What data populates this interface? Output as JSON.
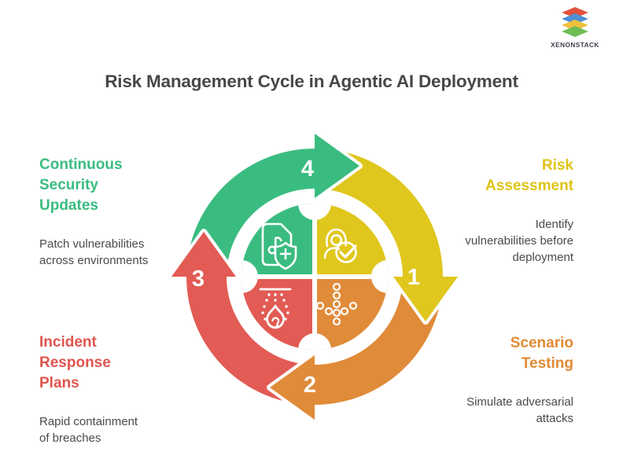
{
  "brand": {
    "name": "XENONSTACK",
    "layer_colors": [
      "#E2503C",
      "#4B8FD4",
      "#EFC13B",
      "#6FBE55"
    ]
  },
  "title": "Risk Management Cycle in Agentic AI Deployment",
  "cycle": {
    "direction": "clockwise",
    "steps": [
      {
        "number": "1",
        "label": "Risk\nAssessment",
        "description": "Identify\nvulnerabilities before\ndeployment",
        "color": "#E0C71D",
        "position": "right",
        "icon": "person-check-icon"
      },
      {
        "number": "2",
        "label": "Scenario\nTesting",
        "description": "Simulate adversarial\nattacks",
        "color": "#E08B39",
        "position": "bottom",
        "icon": "dotted-arrow-icon"
      },
      {
        "number": "3",
        "label": "Incident\nResponse\nPlans",
        "description": "Rapid containment\nof breaches",
        "color": "#E25B54",
        "position": "left",
        "icon": "sprinkler-flame-icon"
      },
      {
        "number": "4",
        "label": "Continuous\nSecurity\nUpdates",
        "description": "Patch vulnerabilities\nacross environments",
        "color": "#3ABC80",
        "position": "top",
        "icon": "doc-shield-icon"
      }
    ]
  }
}
